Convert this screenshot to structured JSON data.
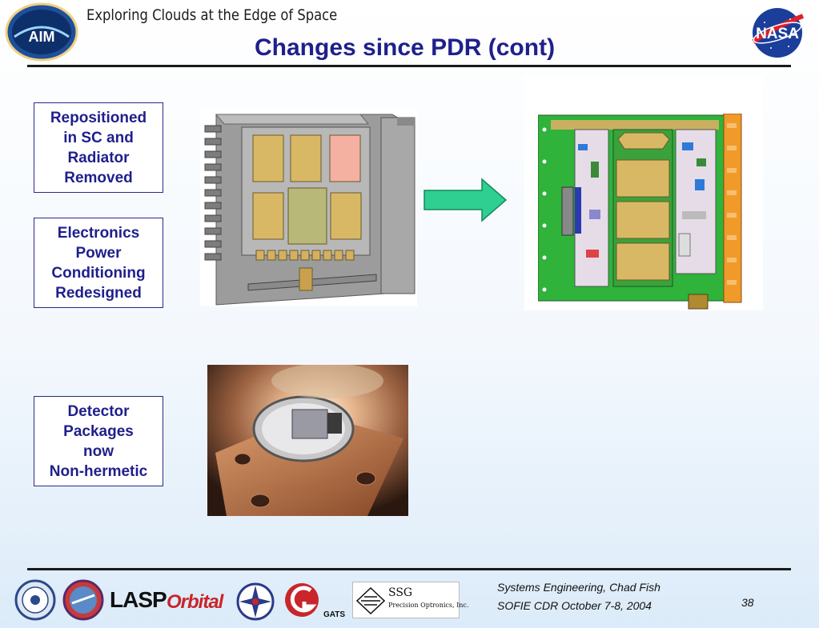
{
  "header": {
    "logo_text": "AIM",
    "tagline": "Exploring Clouds at the Edge of Space",
    "title": "Changes since PDR (cont)",
    "nasa_text": "NASA"
  },
  "callouts": [
    {
      "lines": [
        "Repositioned",
        "in SC and",
        "Radiator",
        "Removed"
      ]
    },
    {
      "lines": [
        "Electronics",
        "Power",
        "Conditioning",
        "Redesigned"
      ]
    },
    {
      "lines": [
        "Detector",
        "Packages",
        "now",
        "Non-hermetic"
      ]
    }
  ],
  "footer": {
    "line1": "Systems Engineering, Chad Fish",
    "line2": "SOFIE CDR October 7-8, 2004",
    "page": "38"
  },
  "partners": {
    "lasp": "LASP",
    "orbital": "Orbital",
    "gats": "GATS",
    "ssg_name": "SSG",
    "ssg_sub": "Precision Optronics, Inc."
  },
  "colors": {
    "title": "#1f1f8c",
    "arrow": "#2ecf90",
    "board_green": "#2fb33a",
    "board_orange": "#f09a2a"
  }
}
